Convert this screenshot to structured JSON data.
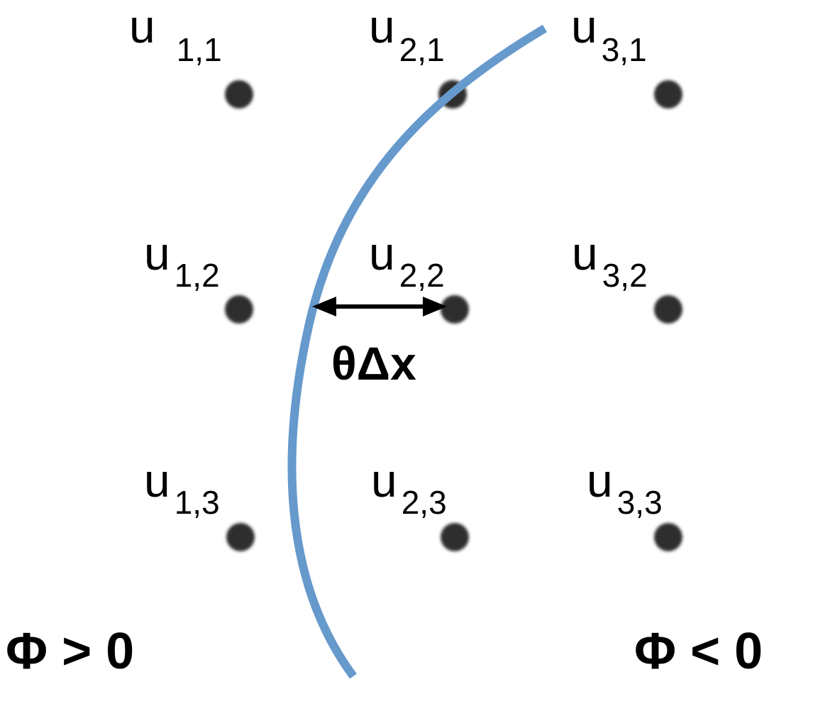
{
  "colors": {
    "interface": "#6699cc",
    "node": "#2e2e2e",
    "arrow": "#000000",
    "text": "#000000"
  },
  "nodes": [
    {
      "base": "u",
      "sub": "1,1"
    },
    {
      "base": "u",
      "sub": "2,1"
    },
    {
      "base": "u",
      "sub": "3,1"
    },
    {
      "base": "u",
      "sub": "1,2"
    },
    {
      "base": "u",
      "sub": "2,2"
    },
    {
      "base": "u",
      "sub": "3,2"
    },
    {
      "base": "u",
      "sub": "1,3"
    },
    {
      "base": "u",
      "sub": "2,3"
    },
    {
      "base": "u",
      "sub": "3,3"
    }
  ],
  "distance_label": "θΔx",
  "region_left": "Φ > 0",
  "region_right": "Φ < 0",
  "icons": {
    "arrow": "double-headed-arrow-icon",
    "interface": "curved-interface-line"
  }
}
